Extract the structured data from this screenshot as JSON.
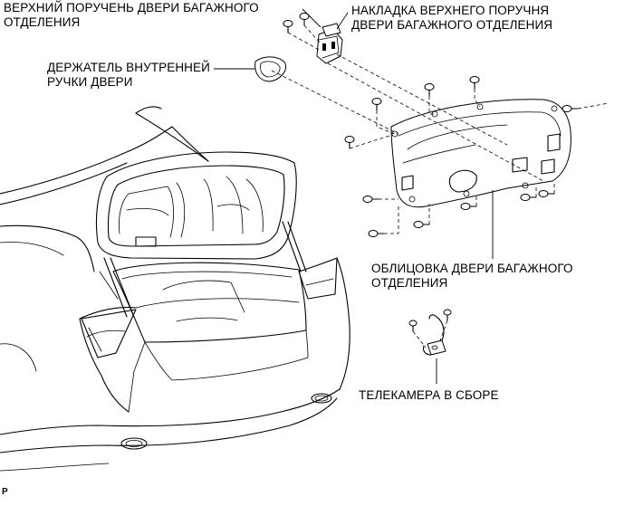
{
  "labels": {
    "handle_upper": [
      "ВЕРХНИЙ ПОРУЧЕНЬ ДВЕРИ БАГАЖНОГО",
      "ОТДЕЛЕНИЯ"
    ],
    "handle_cover": [
      "НАКЛАДКА ВЕРХНЕГО ПОРУЧНЯ",
      "ДВЕРИ БАГАЖНОГО ОТДЕЛЕНИЯ"
    ],
    "inner_holder": [
      "ДЕРЖАТЕЛЬ ВНУТРЕННЕЙ",
      "РУЧКИ ДВЕРИ"
    ],
    "trim_board": [
      "ОБЛИЦОВКА ДВЕРИ БАГАЖНОГО",
      "ОТДЕЛЕНИЯ"
    ],
    "camera": [
      "ТЕЛЕКАМЕРА В СБОРЕ"
    ]
  },
  "footer_code": "P"
}
